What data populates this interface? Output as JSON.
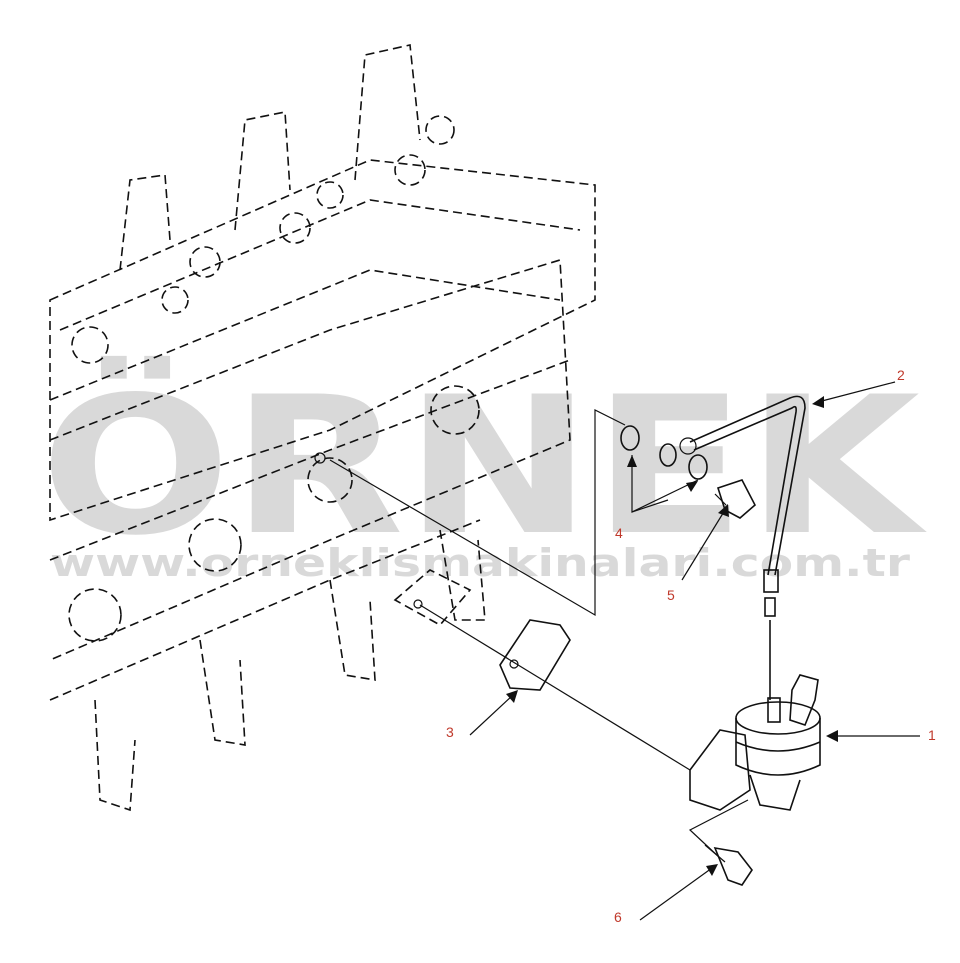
{
  "watermark": {
    "brand": "ÖRNEK",
    "url": "www.orneklismakinalari.com.tr",
    "color": "#d9d9d9"
  },
  "callouts": [
    {
      "id": "1",
      "label": "1"
    },
    {
      "id": "2",
      "label": "2"
    },
    {
      "id": "3",
      "label": "3"
    },
    {
      "id": "4",
      "label": "4"
    },
    {
      "id": "5",
      "label": "5"
    },
    {
      "id": "6",
      "label": "6"
    }
  ],
  "colors": {
    "line": "#111111",
    "callout_text": "#c0392b",
    "background": "#ffffff"
  }
}
